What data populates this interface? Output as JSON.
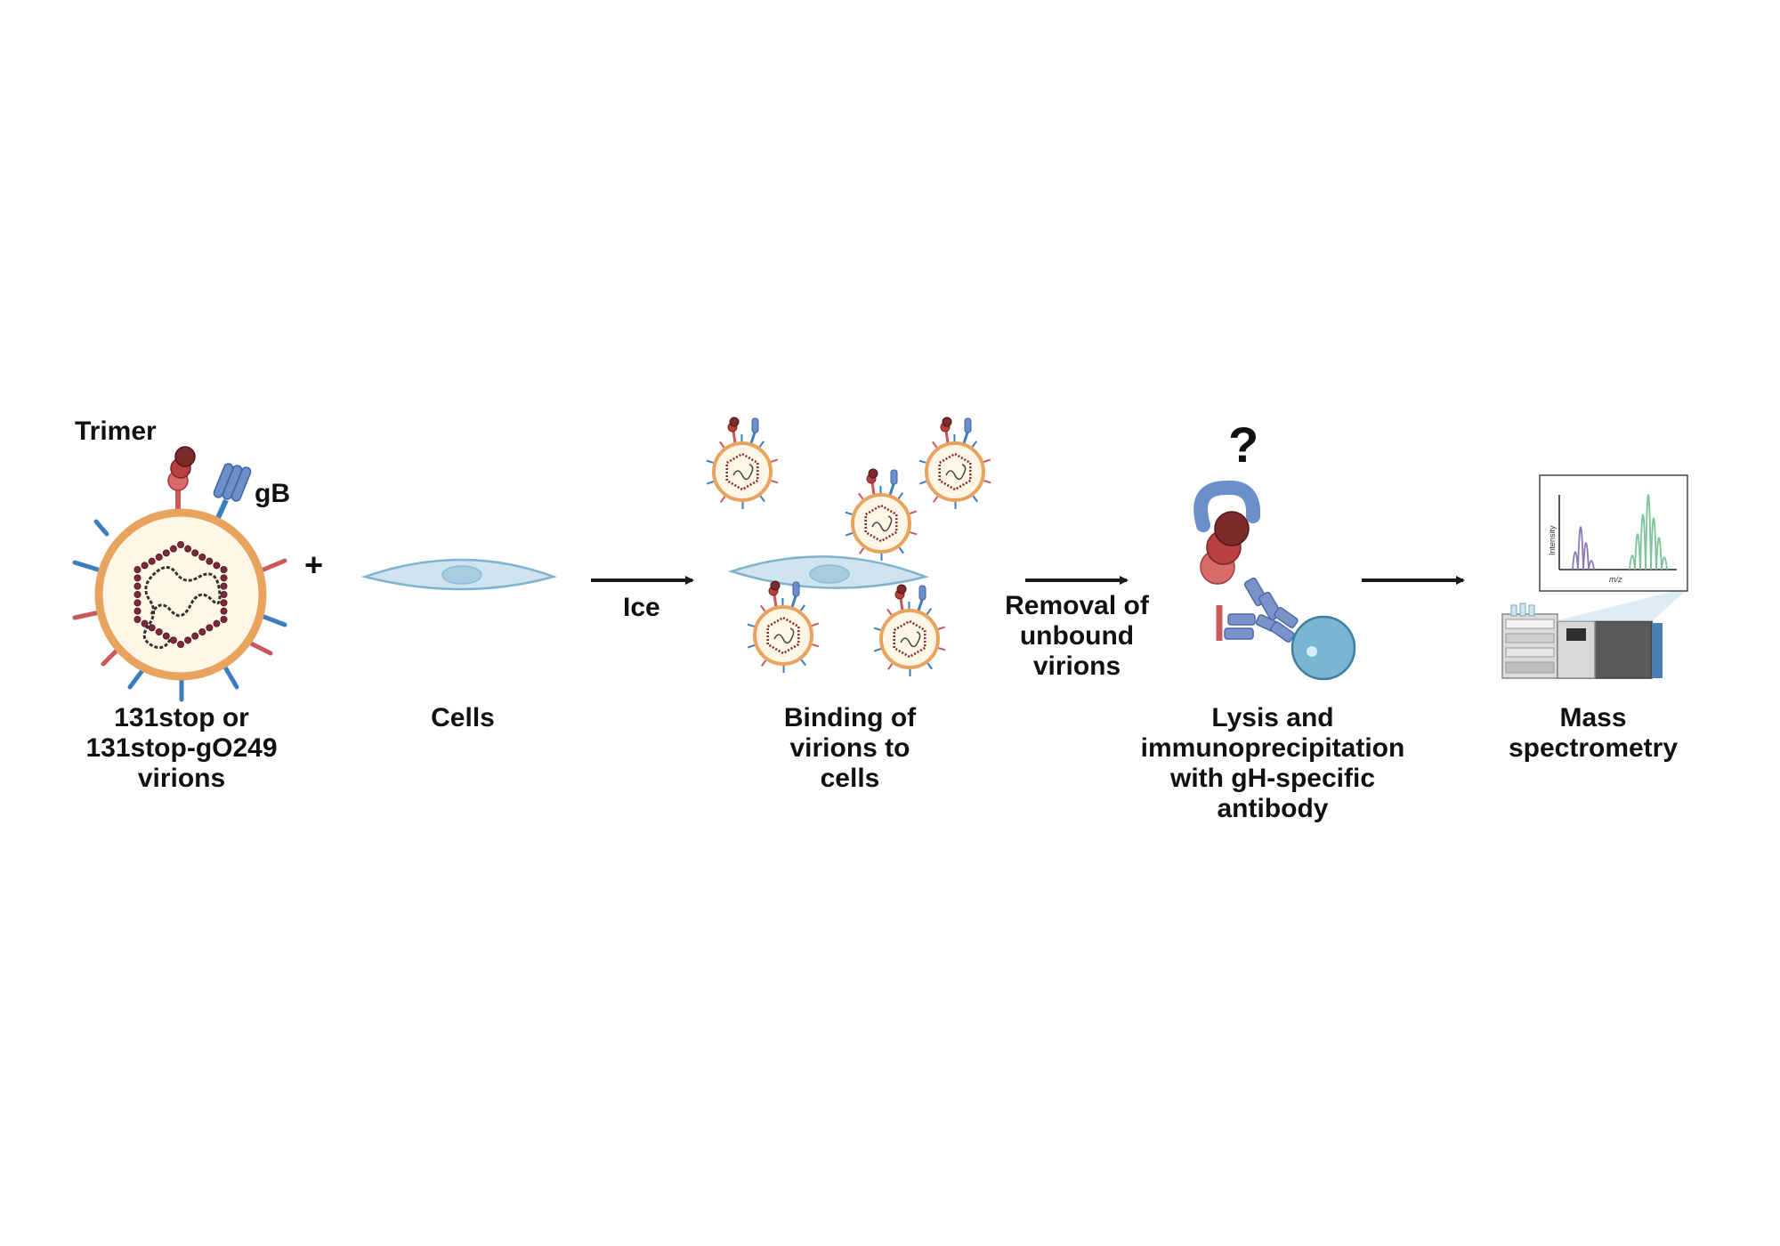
{
  "labels": {
    "trimer": "Trimer",
    "gB": "gB",
    "plus": "+",
    "question": "?",
    "ice": "Ice",
    "virions": [
      "131stop or",
      "131stop-gO249",
      "virions"
    ],
    "cells": "Cells",
    "binding": [
      "Binding of",
      "virions to",
      "cells"
    ],
    "removal": [
      "Removal of",
      "unbound",
      "virions"
    ],
    "lysis": [
      "Lysis and",
      "immunoprecipitation",
      "with gH-specific",
      "antibody"
    ],
    "mass": [
      "Mass",
      "spectrometry"
    ]
  },
  "spectrum": {
    "ylabel": "Intensity",
    "xlabel": "m/z"
  },
  "icons": [
    "virion",
    "trimer-glycoprotein",
    "gB-glycoprotein",
    "cell",
    "arrow",
    "antibody",
    "bead",
    "mass-spectrometer"
  ],
  "colors": {
    "envelope": "#e8a35f",
    "envelope_fill": "#fff6e6",
    "capsid": "#7b2a3a",
    "trimer_dark": "#7d2a2a",
    "trimer_mid": "#b94040",
    "trimer_light": "#d96a6a",
    "gB_blue": "#6b8fc9",
    "spike_blue": "#3d7dbf",
    "spike_red": "#c9585a",
    "cell_fill": "#cfe4ef",
    "cell_stroke": "#7fb3cf",
    "bead": "#7ab6d1",
    "antibody": "#7a93c9",
    "peak_purple": "#8b7ab8",
    "peak_green": "#7cc49a",
    "arrow": "#1a1a1a"
  }
}
